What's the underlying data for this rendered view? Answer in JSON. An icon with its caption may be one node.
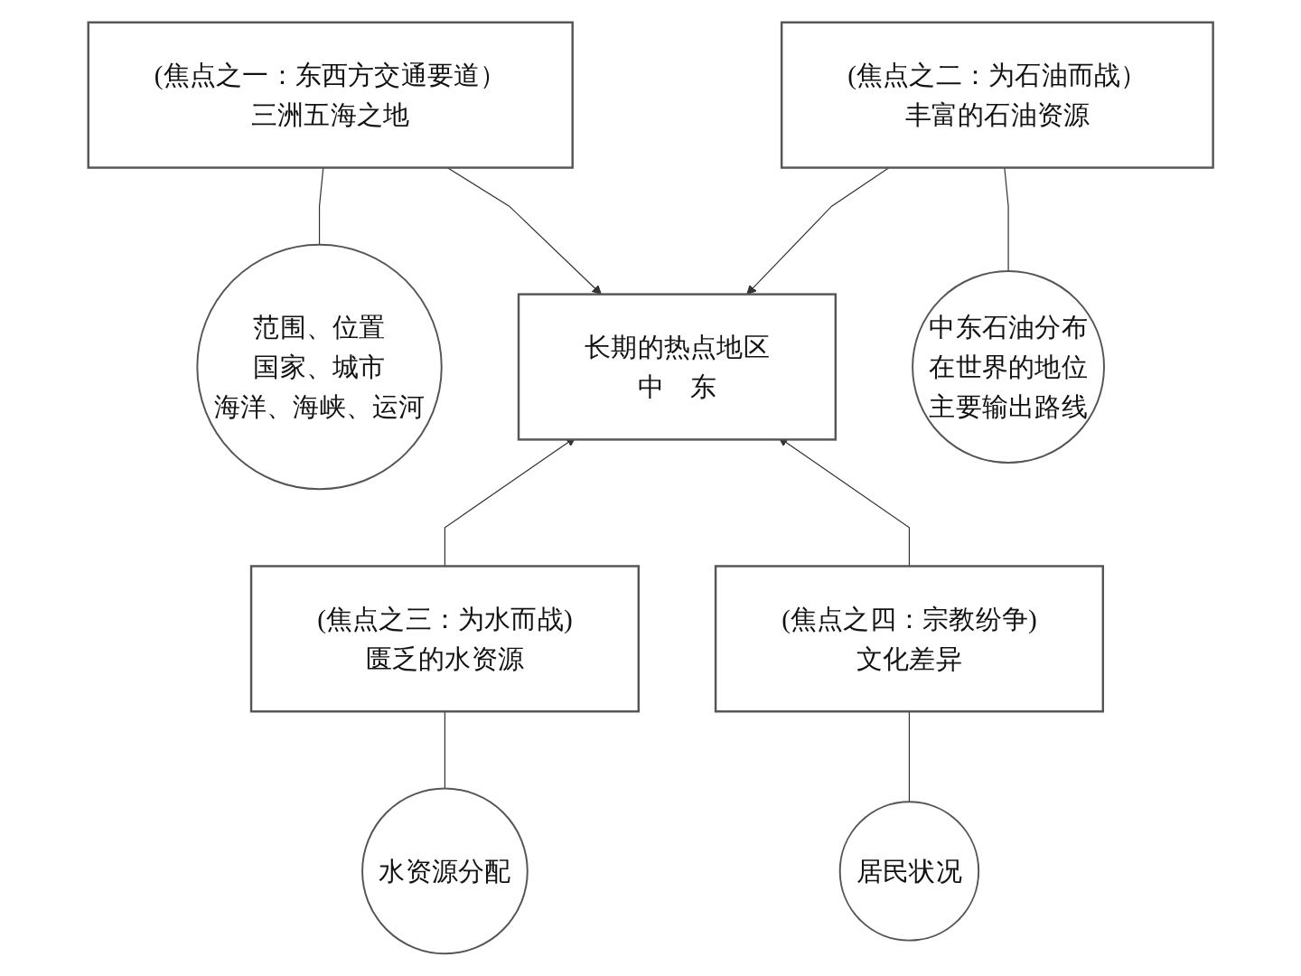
{
  "diagram": {
    "nodes": [
      {
        "text": [
          "(焦点之一：东西方交通要道）",
          "三洲五海之地"
        ]
      },
      {
        "text": [
          "范围、位置",
          "国家、城市",
          "海洋、海峡、运河"
        ]
      },
      {
        "text": [
          "(焦点之二：为石油而战）",
          "丰富的石油资源"
        ]
      },
      {
        "text": [
          "中东石油分布",
          "在世界的地位",
          "主要输出路线"
        ]
      },
      {
        "text": [
          "长期的热点地区",
          "中　东"
        ]
      },
      {
        "text": [
          "(焦点之三：为水而战)",
          "匮乏的水资源"
        ]
      },
      {
        "text": [
          "水资源分配"
        ]
      },
      {
        "text": [
          "(焦点之四：宗教纷争)",
          "文化差异"
        ]
      },
      {
        "text": [
          "居民状况"
        ]
      }
    ],
    "edges": [
      {
        "from": 0,
        "to": 1,
        "arrow": "none"
      },
      {
        "from": 0,
        "to": 4,
        "arrow": "to"
      },
      {
        "from": 2,
        "to": 4,
        "arrow": "to"
      },
      {
        "from": 2,
        "to": 3,
        "arrow": "none"
      },
      {
        "from": 5,
        "to": 4,
        "arrow": "to"
      },
      {
        "from": 7,
        "to": 4,
        "arrow": "to"
      },
      {
        "from": 5,
        "to": 6,
        "arrow": "none"
      },
      {
        "from": 7,
        "to": 8,
        "arrow": "none"
      }
    ]
  }
}
